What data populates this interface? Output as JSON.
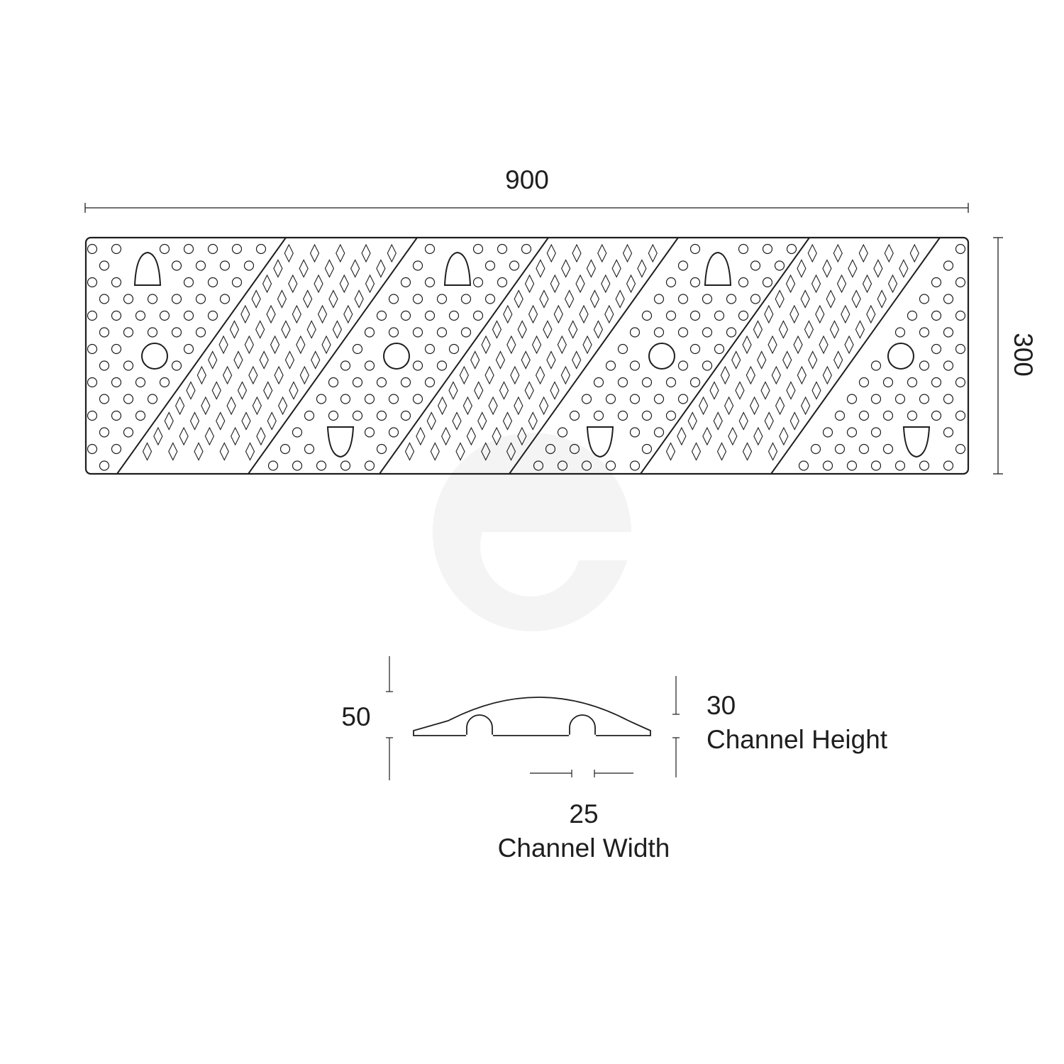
{
  "top_view": {
    "length_label": "900",
    "width_label": "300"
  },
  "profile_view": {
    "height_label": "50",
    "channel_height_value": "30",
    "channel_height_caption": "Channel Height",
    "channel_width_value": "25",
    "channel_width_caption": "Channel Width"
  },
  "colors": {
    "line": "#1e1e1e",
    "watermark": "#f4f4f4"
  }
}
